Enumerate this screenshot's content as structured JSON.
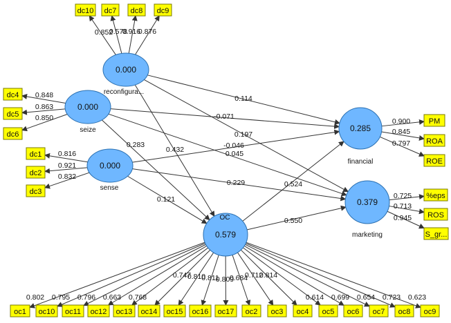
{
  "colors": {
    "indicator_fill": "#ffff00",
    "indicator_stroke": "#7a7a00",
    "latent_fill": "#6fb7ff",
    "latent_stroke": "#2a6fb0",
    "path": "#333333",
    "background": "#ffffff"
  },
  "latents": [
    {
      "id": "reconfig",
      "name": "reconfigura...",
      "value": "0.000"
    },
    {
      "id": "seize",
      "name": "seize",
      "value": "0.000"
    },
    {
      "id": "sense",
      "name": "sense",
      "value": "0.000"
    },
    {
      "id": "oc",
      "name": "OC",
      "value": "0.579"
    },
    {
      "id": "financial",
      "name": "financial",
      "value": "0.285"
    },
    {
      "id": "marketing",
      "name": "marketing",
      "value": "0.379"
    }
  ],
  "indicators": [
    {
      "label": "dc10",
      "latent": "reconfig",
      "loading": "0.852"
    },
    {
      "label": "dc7",
      "latent": "reconfig",
      "loading": "0.578"
    },
    {
      "label": "dc8",
      "latent": "reconfig",
      "loading": "0.916"
    },
    {
      "label": "dc9",
      "latent": "reconfig",
      "loading": "0.876"
    },
    {
      "label": "dc4",
      "latent": "seize",
      "loading": "0.848"
    },
    {
      "label": "dc5",
      "latent": "seize",
      "loading": "0.863"
    },
    {
      "label": "dc6",
      "latent": "seize",
      "loading": "0.850"
    },
    {
      "label": "dc1",
      "latent": "sense",
      "loading": "0.816"
    },
    {
      "label": "dc2",
      "latent": "sense",
      "loading": "0.921"
    },
    {
      "label": "dc3",
      "latent": "sense",
      "loading": "0.832"
    },
    {
      "label": "PM",
      "latent": "financial",
      "loading": "0.900"
    },
    {
      "label": "ROA",
      "latent": "financial",
      "loading": "0.845"
    },
    {
      "label": "ROE",
      "latent": "financial",
      "loading": "0.797"
    },
    {
      "label": "%eps",
      "latent": "marketing",
      "loading": "0.725"
    },
    {
      "label": "ROS",
      "latent": "marketing",
      "loading": "0.713"
    },
    {
      "label": "S_gr...",
      "latent": "marketing",
      "loading": "0.945"
    },
    {
      "label": "oc1",
      "latent": "oc",
      "loading": "0.802"
    },
    {
      "label": "oc10",
      "latent": "oc",
      "loading": "0.795"
    },
    {
      "label": "oc11",
      "latent": "oc",
      "loading": "0.796"
    },
    {
      "label": "oc12",
      "latent": "oc",
      "loading": "0.663"
    },
    {
      "label": "oc13",
      "latent": "oc",
      "loading": "0.768"
    },
    {
      "label": "oc14",
      "latent": "oc",
      "loading": "0.747"
    },
    {
      "label": "oc15",
      "latent": "oc",
      "loading": "0.810"
    },
    {
      "label": "oc16",
      "latent": "oc",
      "loading": "0.811"
    },
    {
      "label": "oc17",
      "latent": "oc",
      "loading": "0.809"
    },
    {
      "label": "oc2",
      "latent": "oc",
      "loading": "0.684"
    },
    {
      "label": "oc3",
      "latent": "oc",
      "loading": "0.712"
    },
    {
      "label": "oc4",
      "latent": "oc",
      "loading": "0.814"
    },
    {
      "label": "oc5",
      "latent": "oc",
      "loading": "0.614"
    },
    {
      "label": "oc6",
      "latent": "oc",
      "loading": "0.699"
    },
    {
      "label": "oc7",
      "latent": "oc",
      "loading": "0.654"
    },
    {
      "label": "oc8",
      "latent": "oc",
      "loading": "0.723"
    },
    {
      "label": "oc9",
      "latent": "oc",
      "loading": "0.623"
    }
  ],
  "paths": [
    {
      "from": "reconfig",
      "to": "financial",
      "coef": "0.114"
    },
    {
      "from": "reconfig",
      "to": "marketing",
      "coef": "0.197"
    },
    {
      "from": "reconfig",
      "to": "oc",
      "coef": "0.432"
    },
    {
      "from": "seize",
      "to": "financial",
      "coef": "-0.071"
    },
    {
      "from": "seize",
      "to": "marketing",
      "coef": "0.045"
    },
    {
      "from": "seize",
      "to": "oc",
      "coef": "0.283"
    },
    {
      "from": "sense",
      "to": "financial",
      "coef": "-0.046"
    },
    {
      "from": "sense",
      "to": "marketing",
      "coef": "0.229"
    },
    {
      "from": "sense",
      "to": "oc",
      "coef": "0.121"
    },
    {
      "from": "oc",
      "to": "financial",
      "coef": "0.524"
    },
    {
      "from": "oc",
      "to": "marketing",
      "coef": "0.550"
    }
  ]
}
